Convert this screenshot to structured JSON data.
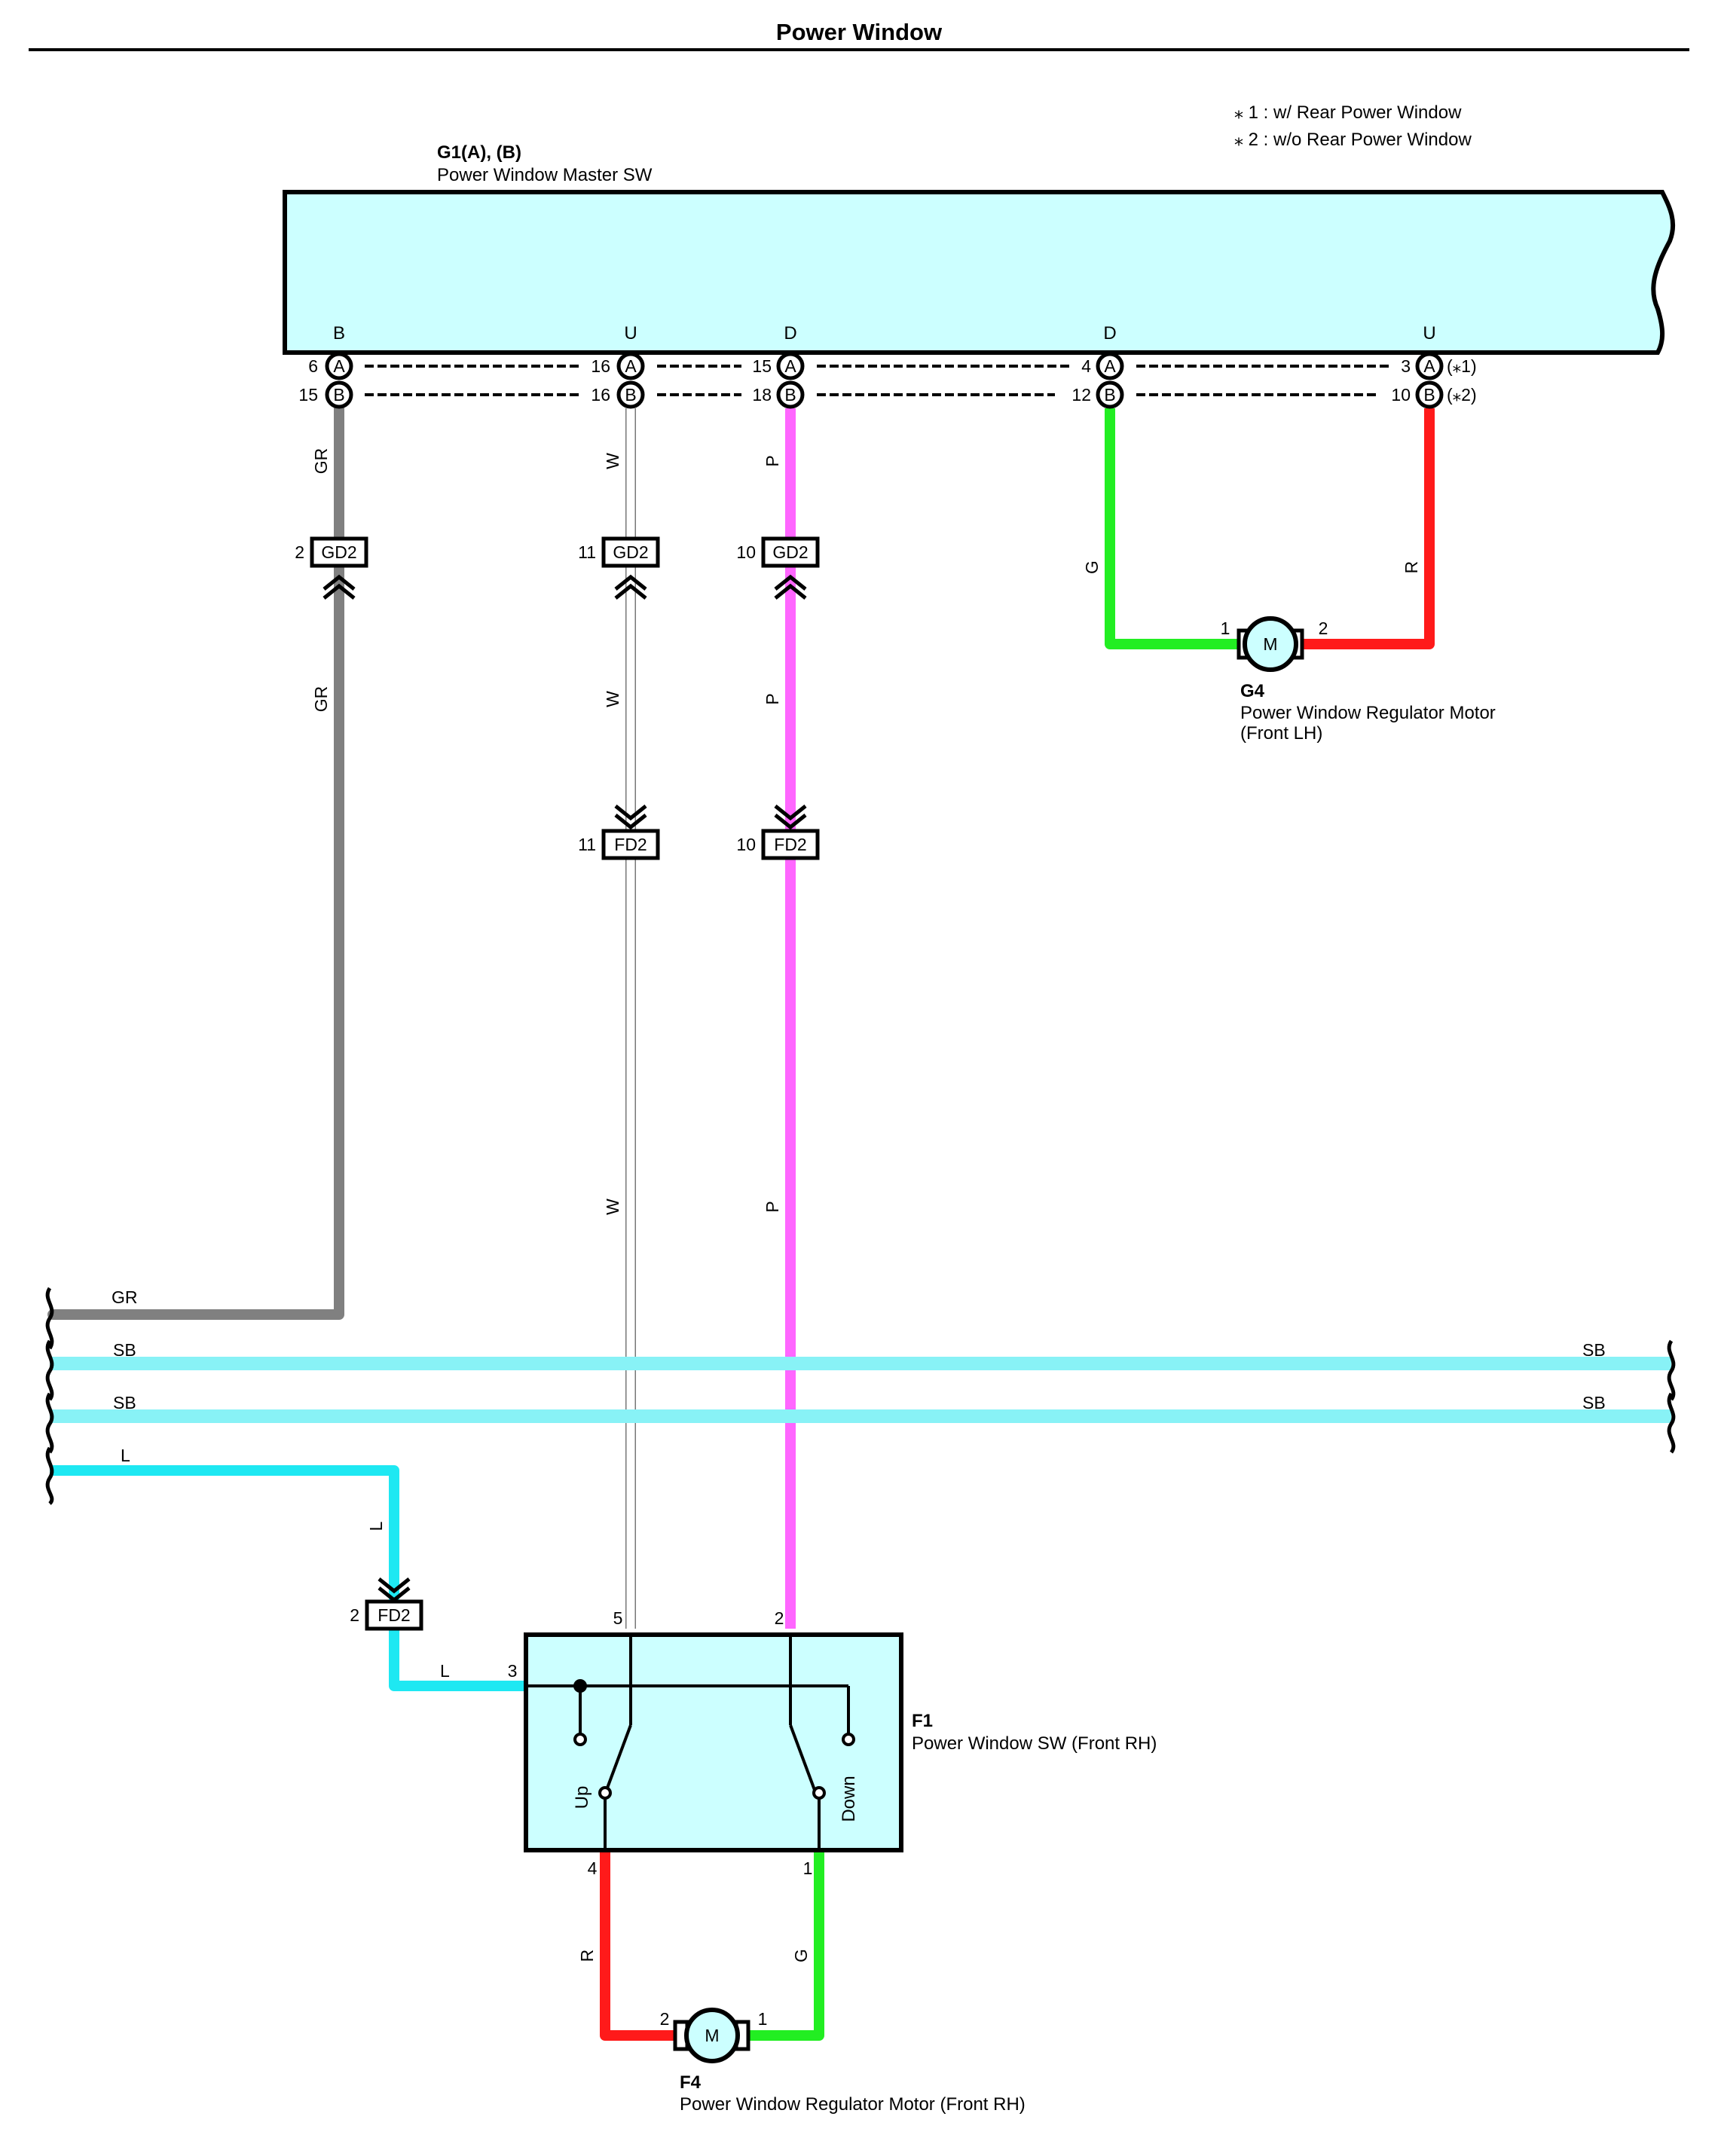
{
  "title": "Power Window",
  "notes": [
    "⁎ 1 : w/ Rear Power Window",
    "⁎ 2 : w/o Rear Power Window"
  ],
  "components": {
    "master_sw": {
      "code": "G1(A), (B)",
      "name": "Power Window Master SW"
    },
    "g4": {
      "code": "G4",
      "name": "Power Window Regulator Motor",
      "name2": "(Front LH)",
      "symbol": "M",
      "pin_left": "1",
      "pin_right": "2"
    },
    "f1": {
      "code": "F1",
      "name": "Power Window SW (Front RH)",
      "up_label": "Up",
      "down_label": "Down",
      "pin_top_left": "5",
      "pin_top_right": "2",
      "pin_left": "3",
      "pin_bottom_left": "4",
      "pin_bottom_right": "1"
    },
    "f4": {
      "code": "F4",
      "name": "Power Window Regulator Motor (Front RH)",
      "symbol": "M",
      "pin_left": "2",
      "pin_right": "1"
    }
  },
  "master_columns": [
    {
      "id": "c1",
      "label": "B",
      "pin_a": "6",
      "pin_b": "15",
      "note": ""
    },
    {
      "id": "c2",
      "label": "U",
      "pin_a": "16",
      "pin_b": "16",
      "note": ""
    },
    {
      "id": "c3",
      "label": "D",
      "pin_a": "15",
      "pin_b": "18",
      "note": ""
    },
    {
      "id": "c4",
      "label": "D",
      "pin_a": "4",
      "pin_b": "12",
      "note": ""
    },
    {
      "id": "c5",
      "label": "U",
      "pin_a": "3",
      "pin_b": "10",
      "note_a": "(⁎1)",
      "note_b": "(⁎2)"
    }
  ],
  "connector_letters": {
    "a": "A",
    "b": "B"
  },
  "connectors": [
    {
      "id": "gd2_1",
      "label": "GD2",
      "pin": "2"
    },
    {
      "id": "gd2_2",
      "label": "GD2",
      "pin": "11"
    },
    {
      "id": "gd2_3",
      "label": "GD2",
      "pin": "10"
    },
    {
      "id": "fd2_1",
      "label": "FD2",
      "pin": "11"
    },
    {
      "id": "fd2_2",
      "label": "FD2",
      "pin": "10"
    },
    {
      "id": "fd2_3",
      "label": "FD2",
      "pin": "2"
    }
  ],
  "wires": {
    "gr": {
      "code": "GR",
      "color": "#808080"
    },
    "w": {
      "code": "W",
      "color": "#ffffff"
    },
    "p": {
      "code": "P",
      "color": "#ff66ff"
    },
    "g": {
      "code": "G",
      "color": "#22ee22"
    },
    "r": {
      "code": "R",
      "color": "#ff1a1a"
    },
    "sb": {
      "code": "SB",
      "color": "#88f2f6"
    },
    "l": {
      "code": "L",
      "color": "#1ee8f2"
    }
  },
  "colors": {
    "component_fill": "#ccffff",
    "outline": "#000000"
  }
}
